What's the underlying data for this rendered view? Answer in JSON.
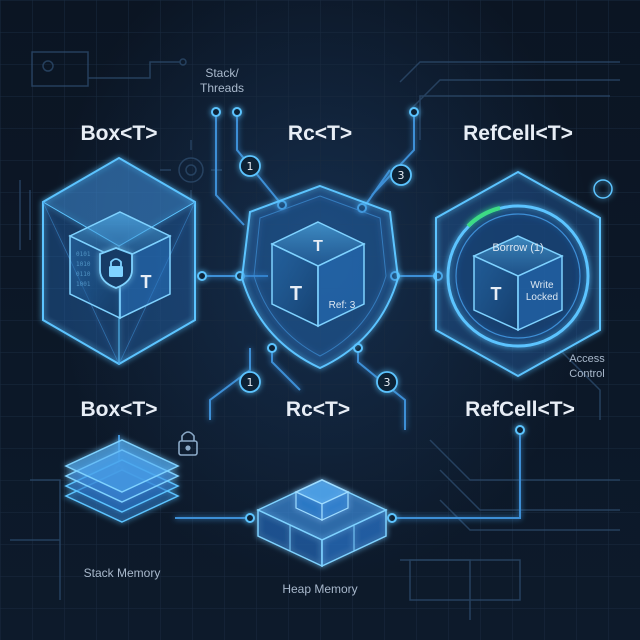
{
  "titles": {
    "box_top": "Box<T>",
    "rc_top": "Rc<T>",
    "refcell_top": "RefCell<T>",
    "box_bottom": "Box<T>",
    "rc_bottom": "Rc<T>",
    "refcell_bottom": "RefCell<T>"
  },
  "notes": {
    "stack_threads_line1": "Stack/",
    "stack_threads_line2": "Threads",
    "access_control_line1": "Access",
    "access_control_line2": "Control",
    "stack_memory": "Stack Memory",
    "heap_memory": "Heap Memory"
  },
  "cube_labels": {
    "box_t": "T",
    "rc_t_top": "T",
    "rc_t_front": "T",
    "rc_ref": "Ref: 3",
    "refcell_borrow": "Borrow (1)",
    "refcell_t": "T",
    "refcell_write": "Write",
    "refcell_locked": "Locked"
  },
  "badges": {
    "top_left": "1",
    "top_right": "3",
    "bottom_left": "1",
    "bottom_right": "3"
  },
  "colors": {
    "glow": "#4fb3ff",
    "line": "#3d8fd6",
    "text": "#e8eef6",
    "accent_green": "#3ddc84"
  }
}
